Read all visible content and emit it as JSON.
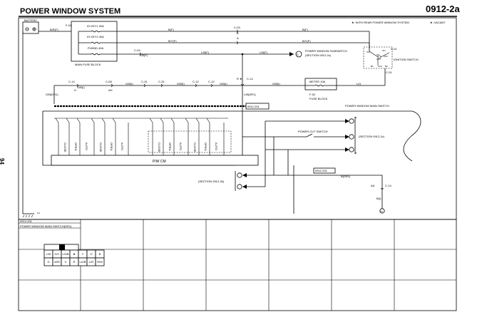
{
  "header": {
    "title": "POWER WINDOW SYSTEM",
    "code": "0912-2a",
    "page_number": "94",
    "note_rear": "★: WITH REAR POWER WINDOW SYSTEM",
    "note_vacant": "★: VACANT"
  },
  "components": {
    "battery": "BATTERY",
    "main_fuse_block": "MAIN FUSE BLOCK",
    "fuse_ig_key1": "IG KEY1 30A",
    "fuse_ig_key2": "IG KEY2 40A",
    "fuse_p_wind": "P.WIND 40A",
    "ignition_switch": "IGNITION SWITCH",
    "subswitch": "POWER WINDOW SUBSWITCH",
    "subswitch_section": "(SECTION 0912-2c)",
    "meter_fuse": "METER 10A",
    "fuse_block_code": "F-02",
    "fuse_block": "FUSE BLOCK",
    "main_switch": "POWER WINDOW MAIN SWITCH",
    "power_cut_switch": "POWER-CUT SWITCH",
    "section_right": "(SECTION 0912-2c)",
    "section_left": "(SECTION 0912-2b)",
    "pw_cm": "P/W CM",
    "ig_off": "OFF",
    "ig_acc": "ACC",
    "ig_st": "ST",
    "ig_on": "ON"
  },
  "connectors": {
    "f01": "F-01",
    "c03": "C-03",
    "c04": "C-04",
    "c01": "C-01",
    "c14": "C-14",
    "c08": "C-08",
    "c31": "C-31",
    "c12": "C-12",
    "ref1": "0912-201",
    "ref2": "0912-201",
    "ref3": "0912-201"
  },
  "pins": {
    "h": "H",
    "ah": "AH",
    "b": "B",
    "a": "A",
    "aa": "AA",
    "g": "G",
    "r_star": "R ★",
    "ig2": "IG2",
    "b1": "B1",
    "acc": "ACC",
    "b2": "B2"
  },
  "wires": {
    "w_bwr_f": "B/R(F)",
    "w_b_f1": "B(F)",
    "w_b_f2": "B(F)",
    "w_by_f1": "B/Y(F)",
    "w_by_f2": "B/Y(F)",
    "w_lb_f1": "L/B(F)",
    "w_lb_f2": "L/B(F)",
    "w_lb_f3": "L/B(F)",
    "w_lb_dr1": "L/B(DR1)",
    "w_gb_i1": "G/B(I)",
    "w_gb_i2": "G/B(I)",
    "w_gb_i3": "G/B(I)",
    "w_gb_i4": "G/B(I)",
    "w_gb_i5": "G/B(I)",
    "w_gb_dr1": "G/B(DR1)",
    "w_lg_i": "L(I)",
    "w_b_dr1": "B(DR1)",
    "w_b_i": "B(I)"
  },
  "switches": {
    "s1": "CLOSE",
    "s2": "OPEN",
    "s3": "AUTO",
    "s4": "CLOSE",
    "s5": "OPEN",
    "s6": "AUTO",
    "s7": "CLOSE",
    "s8": "OPEN",
    "s9": "AUTO",
    "s10": "CLOSE",
    "s11": "OPEN",
    "s12": "AUTO"
  },
  "ground_labels": {
    "g1": "G1",
    "g2": "G2"
  },
  "connector_table": {
    "ref": "0912-201",
    "name": "POWER WINDOW MAIN SWITCH(DR1)",
    "row1": [
      "L/B",
      "G/Y",
      "LG/B",
      "★",
      "Y",
      "O",
      "B"
    ],
    "row2": [
      "G",
      "W/R",
      "V",
      "R",
      "LG/B",
      "L/R",
      "R/W"
    ]
  }
}
